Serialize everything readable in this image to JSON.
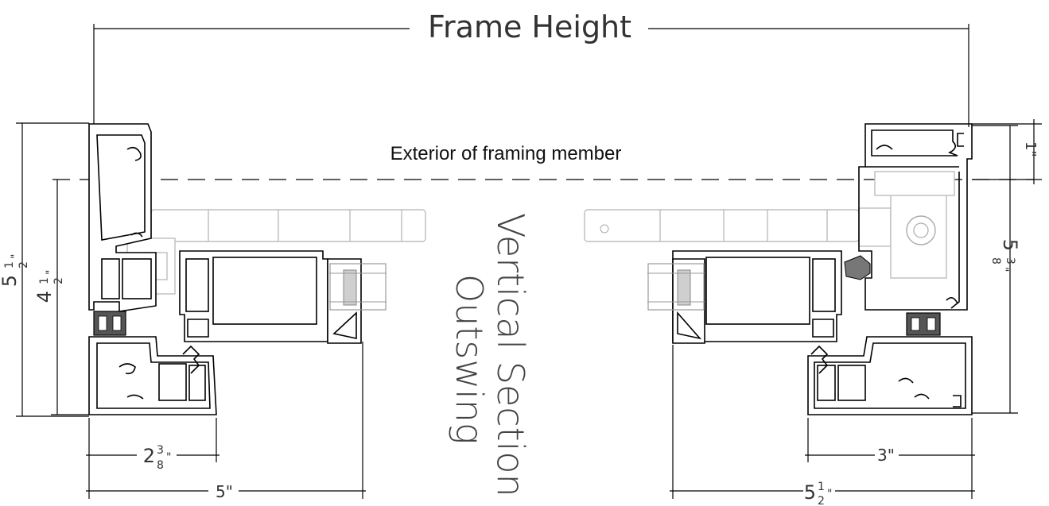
{
  "title": "Frame Height",
  "exterior_label": "Exterior of framing member",
  "section_title_line1": "Vertical Section",
  "section_title_line2": "Outswing",
  "dims": {
    "left_overall_height": {
      "whole": "5",
      "num": "1",
      "den": "2",
      "unit": "\""
    },
    "left_inner_height": {
      "whole": "4",
      "num": "1",
      "den": "2",
      "unit": "\""
    },
    "left_width_small": {
      "whole": "2",
      "num": "3",
      "den": "8",
      "unit": "\""
    },
    "left_width_total": {
      "text": "5\""
    },
    "right_top_offset": {
      "text": "1\""
    },
    "right_overall_height": {
      "whole": "5",
      "num": "3",
      "den": "8",
      "unit": "\""
    },
    "right_width_small": {
      "text": "3\""
    },
    "right_width_total": {
      "whole": "5",
      "num": "1",
      "den": "2",
      "unit": "\""
    }
  }
}
